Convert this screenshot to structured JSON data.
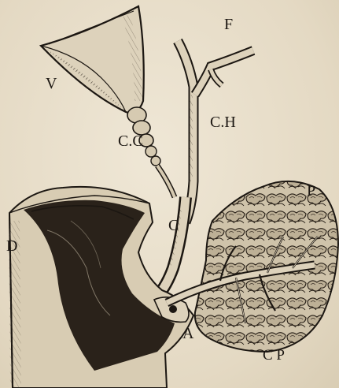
{
  "figure": {
    "labels": {
      "vesicle": "V",
      "F": "F",
      "ch": "C.H",
      "cc": "C.C",
      "duodenum": "D",
      "C": "C",
      "P": "P",
      "A": "A",
      "cp": "C P"
    }
  }
}
